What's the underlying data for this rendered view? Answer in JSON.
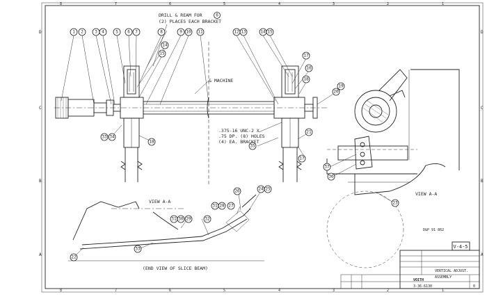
{
  "notes": {
    "drill_line1": "DRILL & REAM FOR",
    "drill_ref": "6",
    "drill_line2": "(2) PLACES EACH BRACKET",
    "machine": "& MACHINE",
    "holes_line1": ".375-16 UNC-2 X",
    "holes_line2": ".75 DP. (8) HOLES",
    "holes_line3": "(4) EA. BRACKET",
    "view_aa_right": "VIEW A-A",
    "view_aa_bottom": "VIEW A-A",
    "end_view": "(END VIEW OF SLICE BEAM)",
    "stamp": "V-4-5",
    "small_ref": "D&P 91 862"
  },
  "balloons": {
    "b1": "1",
    "b2": "2",
    "b3": "3",
    "b4": "4",
    "b5": "5",
    "b6": "6",
    "b7": "7",
    "b8": "8",
    "b9": "9",
    "b10": "10",
    "b11": "11",
    "b12": "12",
    "b13": "13",
    "b14": "14",
    "b15": "15",
    "b16": "16",
    "b17": "17",
    "b18": "18",
    "b19": "19",
    "b20": "20",
    "b21": "21",
    "b22": "22",
    "b23": "23",
    "b24": "24",
    "b25": "25",
    "b26": "26",
    "b27": "27",
    "b28": "28",
    "b29": "29",
    "b30": "30",
    "b31": "31",
    "b32": "32",
    "b33": "33",
    "b34": "34",
    "b35": "35",
    "b36": "36",
    "b37": "37"
  },
  "zones": {
    "rows": [
      "D",
      "C",
      "B",
      "A"
    ],
    "cols": [
      "8",
      "7",
      "6",
      "5",
      "4",
      "3",
      "2",
      "1"
    ]
  },
  "title_block": {
    "title_line1": "VERTICAL ADJUST.",
    "title_line2": "ASSEMBLY",
    "company": "VOITH",
    "drawing_no": "3-36-6130",
    "rev": "0"
  }
}
